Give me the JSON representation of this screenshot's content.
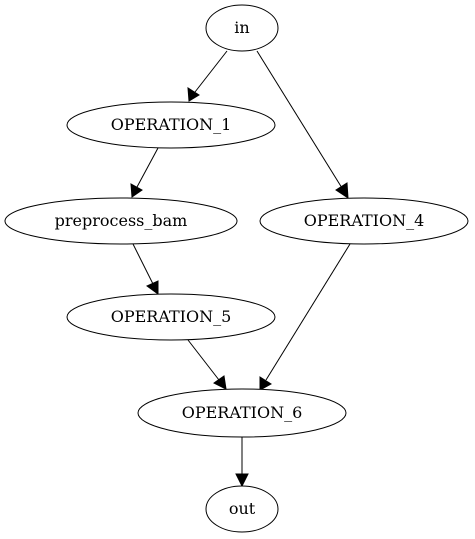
{
  "diagram": {
    "type": "directed-graph",
    "node_shape": "ellipse",
    "nodes": [
      {
        "id": "in",
        "label": "in"
      },
      {
        "id": "op1",
        "label": "OPERATION_1"
      },
      {
        "id": "prep",
        "label": "preprocess_bam"
      },
      {
        "id": "op4",
        "label": "OPERATION_4"
      },
      {
        "id": "op5",
        "label": "OPERATION_5"
      },
      {
        "id": "op6",
        "label": "OPERATION_6"
      },
      {
        "id": "out",
        "label": "out"
      }
    ],
    "edges": [
      {
        "from": "in",
        "to": "op1"
      },
      {
        "from": "in",
        "to": "op4"
      },
      {
        "from": "op1",
        "to": "prep"
      },
      {
        "from": "prep",
        "to": "op5"
      },
      {
        "from": "op4",
        "to": "op6"
      },
      {
        "from": "op5",
        "to": "op6"
      },
      {
        "from": "op6",
        "to": "out"
      }
    ]
  }
}
